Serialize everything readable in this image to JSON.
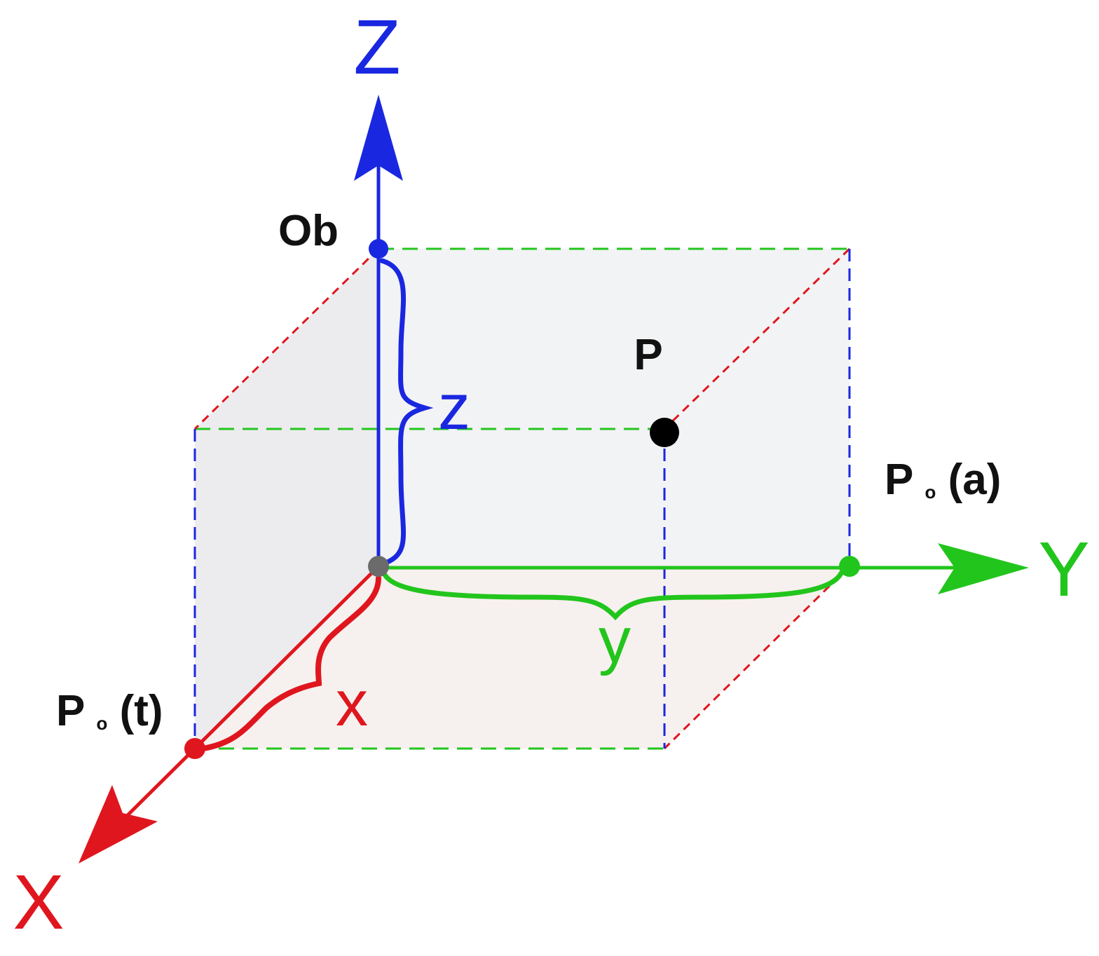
{
  "colors": {
    "x": "#e0161e",
    "y": "#22c51c",
    "z": "#1a27e0",
    "point": "#000000",
    "origin": "#6b6b6b",
    "face": "#f2f3f5",
    "floor": "#f6f1ee"
  },
  "axes": {
    "x_label": "X",
    "y_label": "Y",
    "z_label": "Z"
  },
  "dimensions": {
    "x_label": "x",
    "y_label": "y",
    "z_label": "z"
  },
  "points": {
    "p": {
      "label": "P"
    },
    "ob": {
      "label": "Ob"
    },
    "pa": {
      "prefix": "P",
      "subscript": "o",
      "suffix": "(a)"
    },
    "pt": {
      "prefix": "P",
      "subscript": "o",
      "suffix": "(t)"
    }
  }
}
